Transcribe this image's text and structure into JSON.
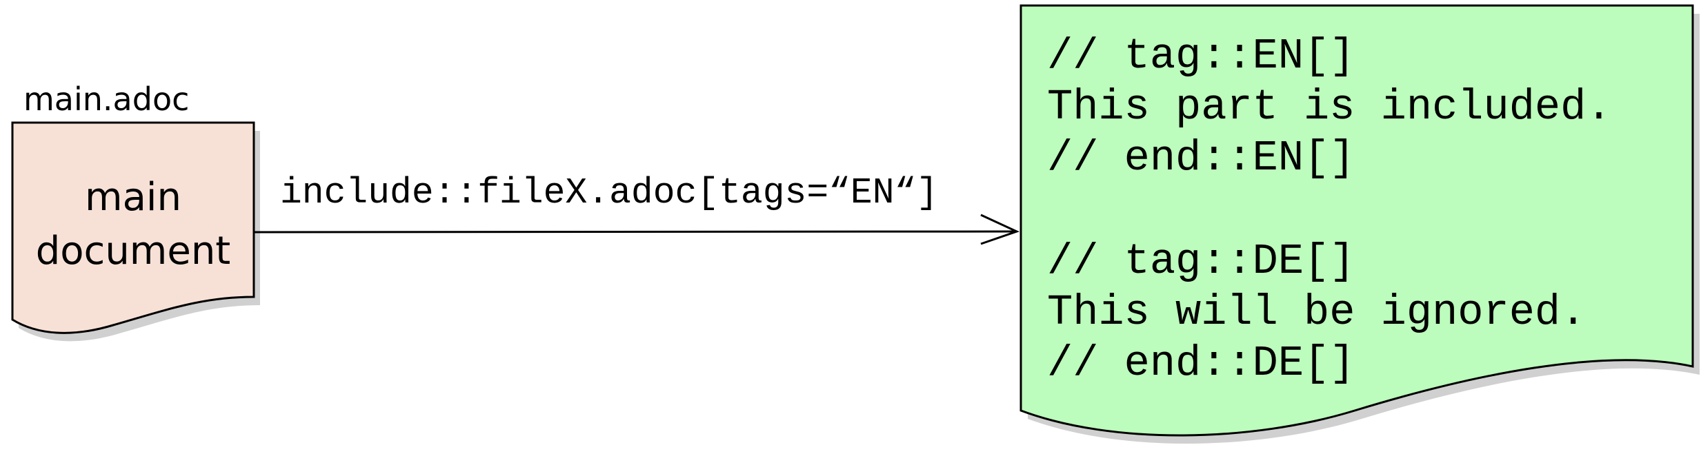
{
  "colors": {
    "main_document_fill": "#f7e1d6",
    "included_file_fill": "#bcfcbc",
    "stroke": "#000000",
    "shadow": "#b0b0b0"
  },
  "main_document": {
    "filename": "main.adoc",
    "label_line_1": "main",
    "label_line_2": "document"
  },
  "include_edge": {
    "label": "include::fileX.adoc[tags=“EN“]"
  },
  "included_file": {
    "lines": [
      "// tag::EN[]",
      "This part is included.",
      "// end::EN[]",
      "",
      "// tag::DE[]",
      "This will be ignored.",
      "// end::DE[]"
    ]
  }
}
